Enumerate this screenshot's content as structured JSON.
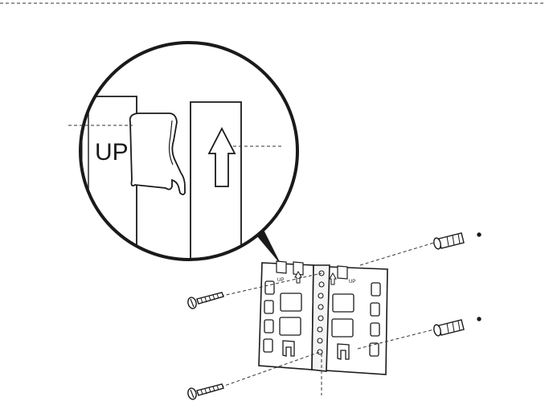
{
  "callout": {
    "label_up": "UP"
  },
  "bracket": {
    "label_up_left": "UP",
    "label_up_right": "UP"
  },
  "colors": {
    "line": "#1a1a1a",
    "fill": "#ffffff",
    "shade": "#e9e9e9"
  }
}
